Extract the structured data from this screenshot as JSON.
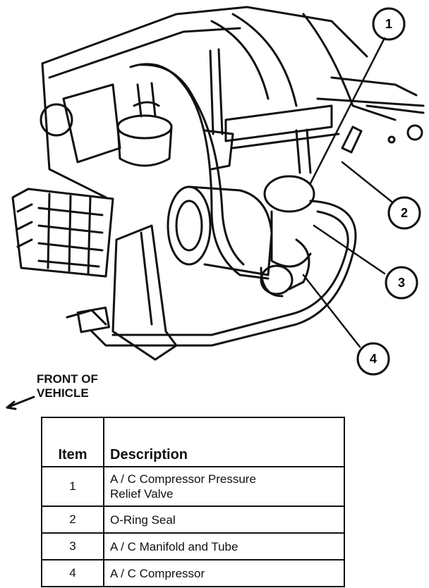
{
  "front_label": {
    "line1": "FRONT OF",
    "line2": "VEHICLE"
  },
  "callouts": [
    "1",
    "2",
    "3",
    "4"
  ],
  "legend": {
    "headers": {
      "item": "Item",
      "description": "Description"
    },
    "rows": [
      {
        "item": "1",
        "description_line1": "A / C Compressor Pressure",
        "description_line2": "Relief Valve"
      },
      {
        "item": "2",
        "description_line1": "O-Ring Seal",
        "description_line2": ""
      },
      {
        "item": "3",
        "description_line1": "A / C Manifold and Tube",
        "description_line2": ""
      },
      {
        "item": "4",
        "description_line1": "A / C Compressor",
        "description_line2": ""
      }
    ]
  }
}
